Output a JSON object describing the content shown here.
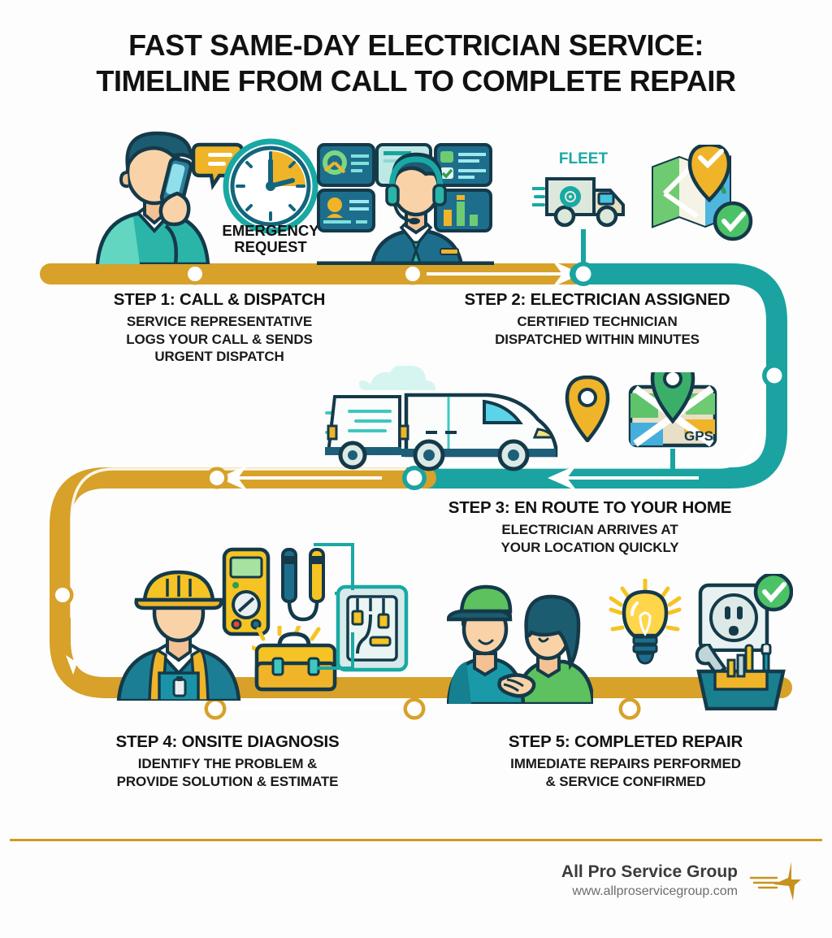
{
  "title": {
    "line1": "FAST SAME-DAY ELECTRICIAN SERVICE:",
    "line2": "TIMELINE FROM CALL TO COMPLETE REPAIR"
  },
  "icon_labels": {
    "emergency_request_l1": "EMERGENCY",
    "emergency_request_l2": "REQUEST",
    "fleet": "FLEET",
    "gps": "GPS"
  },
  "steps": [
    {
      "id": 1,
      "title": "STEP 1: CALL & DISPATCH",
      "desc_lines": [
        "SERVICE REPRESENTATIVE",
        "LOGS YOUR CALL & SENDS",
        "URGENT DISPATCH"
      ]
    },
    {
      "id": 2,
      "title": "STEP 2: ELECTRICIAN ASSIGNED",
      "desc_lines": [
        "CERTIFIED TECHNICIAN",
        "DISPATCHED WITHIN MINUTES"
      ]
    },
    {
      "id": 3,
      "title": "STEP 3: EN ROUTE TO YOUR HOME",
      "desc_lines": [
        "ELECTRICIAN ARRIVES AT",
        "YOUR LOCATION QUICKLY"
      ]
    },
    {
      "id": 4,
      "title": "STEP 4: ONSITE DIAGNOSIS",
      "desc_lines": [
        "IDENTIFY THE PROBLEM &",
        "PROVIDE SOLUTION & ESTIMATE"
      ]
    },
    {
      "id": 5,
      "title": "STEP 5: COMPLETED REPAIR",
      "desc_lines": [
        "IMMEDIATE REPAIRS PERFORMED",
        "& SERVICE CONFIRMED"
      ]
    }
  ],
  "footer": {
    "company": "All Pro Service Group",
    "url": "www.allproservicegroup.com"
  },
  "colors": {
    "gold": "#D7A12A",
    "gold_dark": "#C9941F",
    "teal": "#1AA3A0",
    "teal_dark": "#12787A",
    "ink": "#12455A",
    "green": "#4CAF50",
    "background": "#FDFDFD",
    "title_text": "#111111"
  }
}
